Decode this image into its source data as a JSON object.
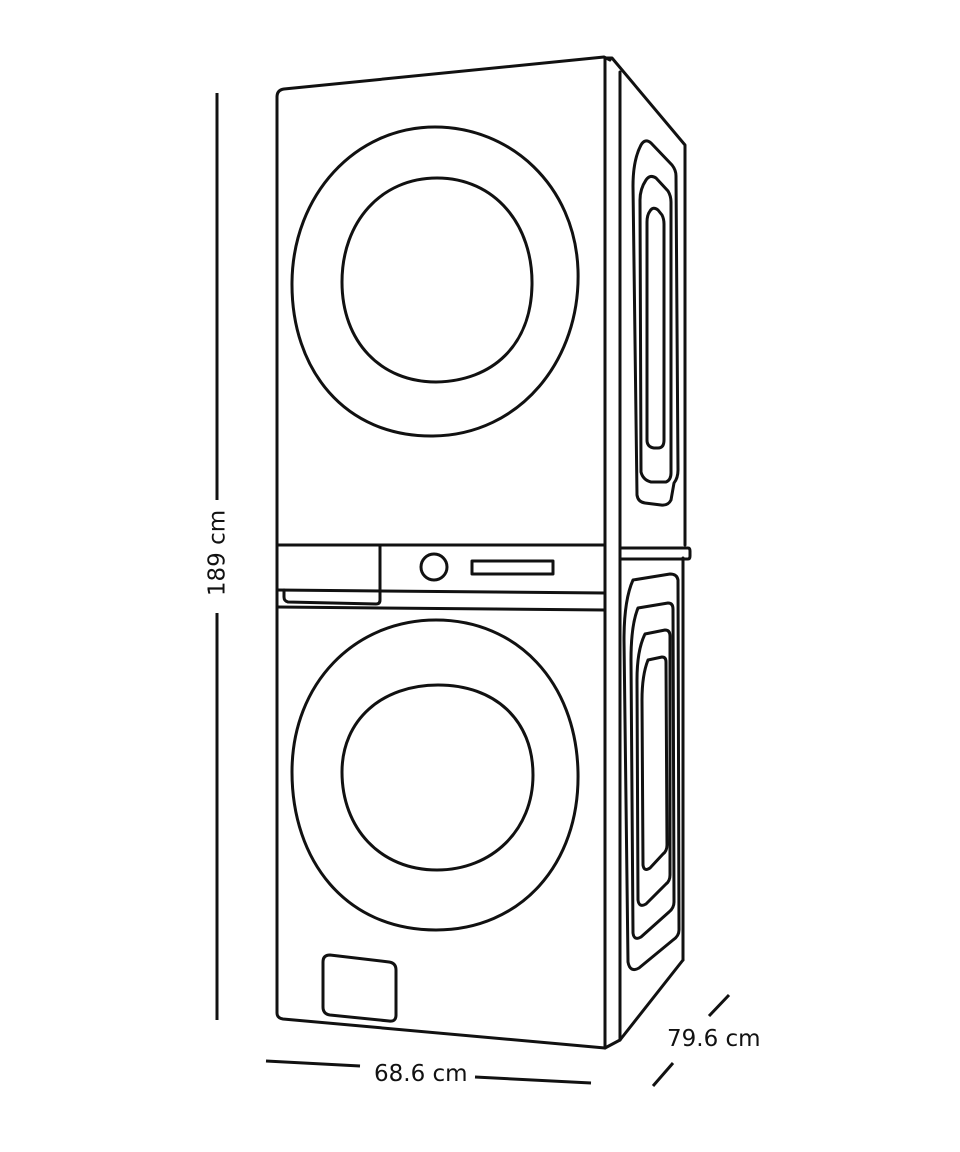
{
  "diagram": {
    "subject": "Stacked washer and dryer unit",
    "units": {
      "upper": "dryer",
      "middle": "control panel",
      "lower": "washer"
    },
    "dimensions": {
      "height": {
        "value": 189,
        "unit": "cm",
        "label": "189 cm"
      },
      "width": {
        "value": 68.6,
        "unit": "cm",
        "label": "68.6 cm"
      },
      "depth": {
        "value": 79.6,
        "unit": "cm",
        "label": "79.6 cm"
      }
    },
    "colors": {
      "stroke": "#111111",
      "background": "#ffffff"
    }
  }
}
